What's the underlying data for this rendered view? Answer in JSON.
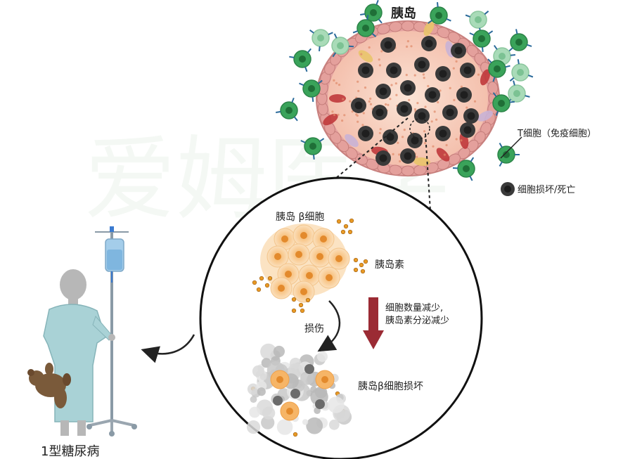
{
  "labels": {
    "islet": "胰岛",
    "t_cell": "T细胞（免疫细胞）",
    "dead_cell": "细胞损坏/死亡",
    "beta_cell": "胰岛 β细胞",
    "insulin": "胰岛素",
    "decrease_line1": "细胞数量减少,",
    "decrease_line2": "胰岛素分泌减少",
    "damage": "损伤",
    "beta_damaged": "胰岛β细胞损坏",
    "disease": "1型糖尿病"
  },
  "colors": {
    "islet_tissue": "#f6c9b6",
    "islet_border": "#d98a87",
    "dead_cell": "#3a3a3a",
    "t_cell": "#3aa35a",
    "beta_cell": "#f1b05e",
    "insulin_dot": "#e89a25",
    "arrow_red": "#9b2b34",
    "patient_gown": "#a9d2d6"
  },
  "watermark": "爱姆医学"
}
